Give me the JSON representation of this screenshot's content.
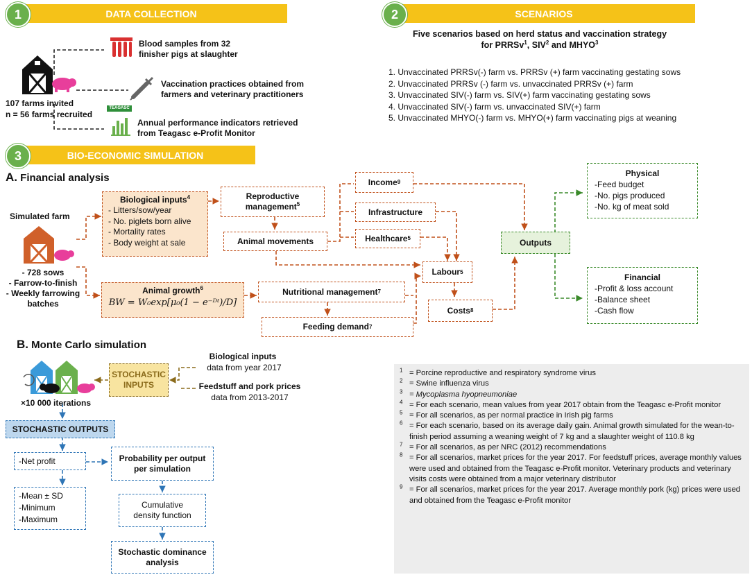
{
  "sections": {
    "s1": {
      "num": "1",
      "label": "DATA COLLECTION"
    },
    "s2": {
      "num": "2",
      "label": "SCENARIOS"
    },
    "s3": {
      "num": "3",
      "label": "BIO-ECONOMIC SIMULATION"
    }
  },
  "data_collection": {
    "farms_invited": "107 farms invited",
    "farms_recruited": "n = 56 farms recruited",
    "blood_samples_1": "Blood samples from 32",
    "blood_samples_2": "finisher pigs at slaughter",
    "vacc_1": "Vaccination practices obtained from",
    "vacc_2": "farmers and veterinary practitioners",
    "perf_1": "Annual performance indicators retrieved",
    "perf_2": "from Teagasc e-Profit Monitor",
    "teagasc_logo": "TEAGASC"
  },
  "scenarios": {
    "title_1": "Five scenarios based on herd status and vaccination strategy",
    "title_2a": "for PRRSv",
    "title_2b": ", SIV",
    "title_2c": " and MHYO",
    "sup1": "1",
    "sup2": "2",
    "sup3": "3",
    "items": [
      "1. Unvaccinated PRRSv(-) farm vs. PRRSv (+) farm vaccinating gestating sows",
      "2. Unvaccinated PRRSv (-) farm vs.  unvaccinated PRRSv (+) farm",
      "3.  Unvaccinated SIV(-) farm vs. SIV(+) farm vaccinating gestating sows",
      "4. Unvaccinated SIV(-) farm vs.  unvaccinated SIV(+) farm",
      "5. Unvaccinated MHYO(-) farm vs. MHYO(+) farm vaccinating pigs at weaning"
    ]
  },
  "financial": {
    "heading_letter": "A.",
    "heading": "Financial analysis",
    "simulated_farm": "Simulated farm",
    "farm_specs": [
      "- 728 sows",
      "- Farrow-to-finish",
      "- Weekly farrowing",
      "batches"
    ],
    "bio_inputs_title": "Biological inputs",
    "bio_inputs_sup": "4",
    "bio_inputs_items": [
      "-  Litters/sow/year",
      "-  No. piglets born alive",
      "-  Mortality rates",
      "-  Body weight at sale"
    ],
    "animal_growth_title": "Animal growth",
    "animal_growth_sup": "6",
    "formula": "BW = W₀exp[μ₀(1 − e⁻ᴰᵗ)/D]",
    "reproductive_1": "Reproductive",
    "reproductive_2": "management",
    "reproductive_sup": "5",
    "animal_movements": "Animal movements",
    "nutritional": "Nutritional management",
    "nutritional_sup": "7",
    "feeding_demand": "Feeding demand",
    "feeding_sup": "7",
    "income": "Income",
    "income_sup": "9",
    "infrastructure": "Infrastructure",
    "healthcare": "Healthcare",
    "healthcare_sup": "5",
    "labour": "Labour",
    "labour_sup": "5",
    "costs": "Costs",
    "costs_sup": "8",
    "outputs": "Outputs",
    "physical_title": "Physical",
    "physical_items": [
      "-Feed budget",
      "-No. pigs produced",
      "-No. kg of meat sold"
    ],
    "financial_title": "Financial",
    "financial_items": [
      "-Profit & loss account",
      "-Balance sheet",
      "-Cash flow"
    ]
  },
  "monte_carlo": {
    "heading_letter": "B.",
    "heading": "Monte Carlo simulation",
    "iterations": "×10 000 iterations",
    "stochastic_inputs_1": "STOCHASTIC",
    "stochastic_inputs_2": "INPUTS",
    "bio_inputs_1": "Biological inputs",
    "bio_inputs_2": "data from year 2017",
    "prices_1": "Feedstuff and pork prices",
    "prices_2": "data from 2013-2017",
    "stochastic_outputs": "STOCHASTIC OUTPUTS",
    "net_profit": "-Net profit",
    "stats": [
      "-Mean ± SD",
      "-Minimum",
      "-Maximum"
    ],
    "probability_1": "Probability per output",
    "probability_2": "per simulation",
    "cumulative_1": "Cumulative",
    "cumulative_2": "density function",
    "dominance_1": "Stochastic dominance",
    "dominance_2": "analysis"
  },
  "notes": [
    {
      "k": "1",
      "t": "= Porcine reproductive and respiratory syndrome virus",
      "italic": false
    },
    {
      "k": "2",
      "t": "= Swine influenza virus",
      "italic": false
    },
    {
      "k": "3",
      "t": "= Mycoplasma hyopneumoniae",
      "italic": true
    },
    {
      "k": "4",
      "t": "= For each scenario, mean values from year 2017 obtain from the Teagasc e-Profit monitor",
      "italic": false
    },
    {
      "k": "5",
      "t": "= For all scenarios, as per normal practice in Irish pig farms",
      "italic": false
    },
    {
      "k": "6",
      "t": "= For each scenario, based on its average daily gain. Animal growth simulated for the wean-to-finish period assuming a weaning weight of 7 kg and a slaughter weight of 110.8 kg",
      "italic": false
    },
    {
      "k": "7",
      "t": "= For all scenarios, as per NRC (2012) recommendations",
      "italic": false
    },
    {
      "k": "8",
      "t": "= For all scenarios, market prices for the year 2017. For feedstuff prices, average monthly values were used and obtained from the Teagasc e-Profit monitor. Veterinary products and veterinary visits costs were obtained from a major veterinary distributor",
      "italic": false
    },
    {
      "k": "9",
      "t": "= For all scenarios, market prices for the year 2017. Average monthly pork (kg) prices were used and obtained from the Teagasc e-Profit monitor",
      "italic": false
    }
  ],
  "colors": {
    "section_bar": "#f5c218",
    "section_num": "#6ab04c",
    "orange": "#c0501a",
    "green": "#3a8a2a",
    "blue": "#2e75b6",
    "pink": "#e83e9b",
    "barn_red": "#d0602a",
    "barn_green": "#6ab04c",
    "barn_blue": "#3a9ad9"
  }
}
